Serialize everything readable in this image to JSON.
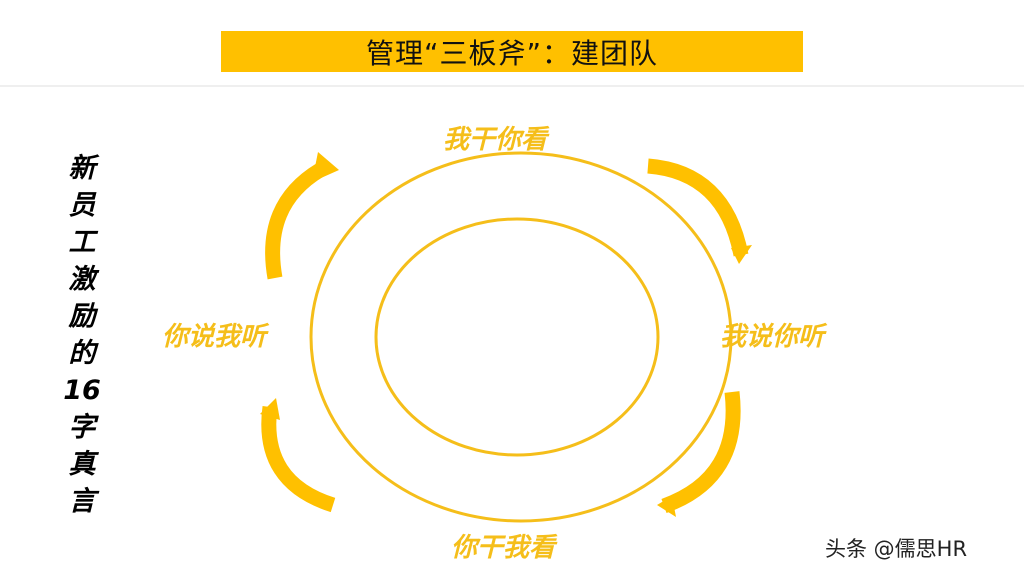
{
  "title": "管理“三板斧”：建团队",
  "side_text": [
    "新",
    "员",
    "工",
    "激",
    "励",
    "的",
    "16",
    "字",
    "真",
    "言"
  ],
  "diagram": {
    "labels": {
      "top": "我干你看",
      "right": "我说你听",
      "bottom": "你干我看",
      "left": "你说我听"
    },
    "accent_color": "#FFC000",
    "ring_color": "#F5BE1A"
  },
  "watermark": "头条 @儒思HR"
}
